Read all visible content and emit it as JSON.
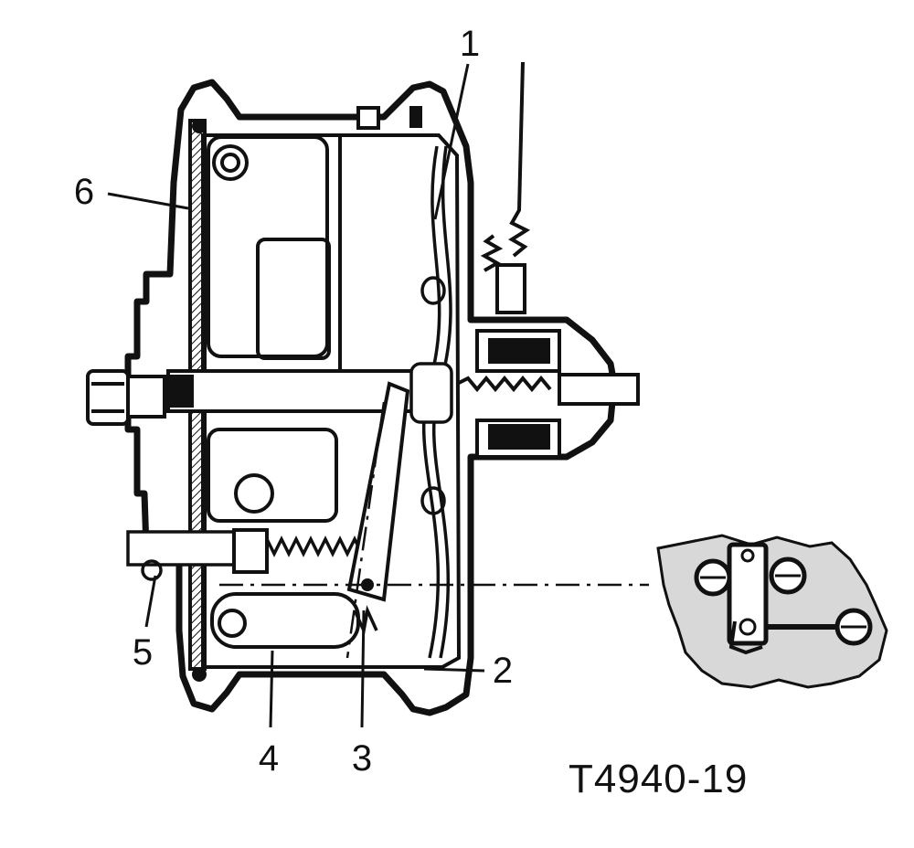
{
  "callouts": {
    "c1": "1",
    "c2": "2",
    "c3": "3",
    "c4": "4",
    "c5": "5",
    "c6": "6"
  },
  "caption": "T4940-19",
  "colors": {
    "ink": "#111111",
    "paper": "#ffffff"
  }
}
